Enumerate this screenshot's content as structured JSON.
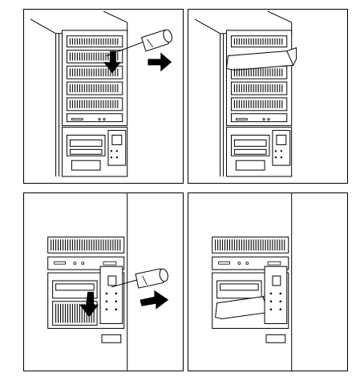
{
  "figure": {
    "panels": [
      {
        "id": "step-1",
        "icons": [
          "screwdriver-icon",
          "arrow-right-icon",
          "arrow-down-icon"
        ]
      },
      {
        "id": "step-2",
        "icons": [
          "bay-cover-icon"
        ]
      },
      {
        "id": "step-3",
        "icons": [
          "screwdriver-icon",
          "arrow-right-icon",
          "arrow-down-icon"
        ]
      },
      {
        "id": "step-4",
        "icons": [
          "bay-cover-icon"
        ]
      }
    ],
    "colors": {
      "line": "#000000",
      "background": "#ffffff"
    }
  }
}
